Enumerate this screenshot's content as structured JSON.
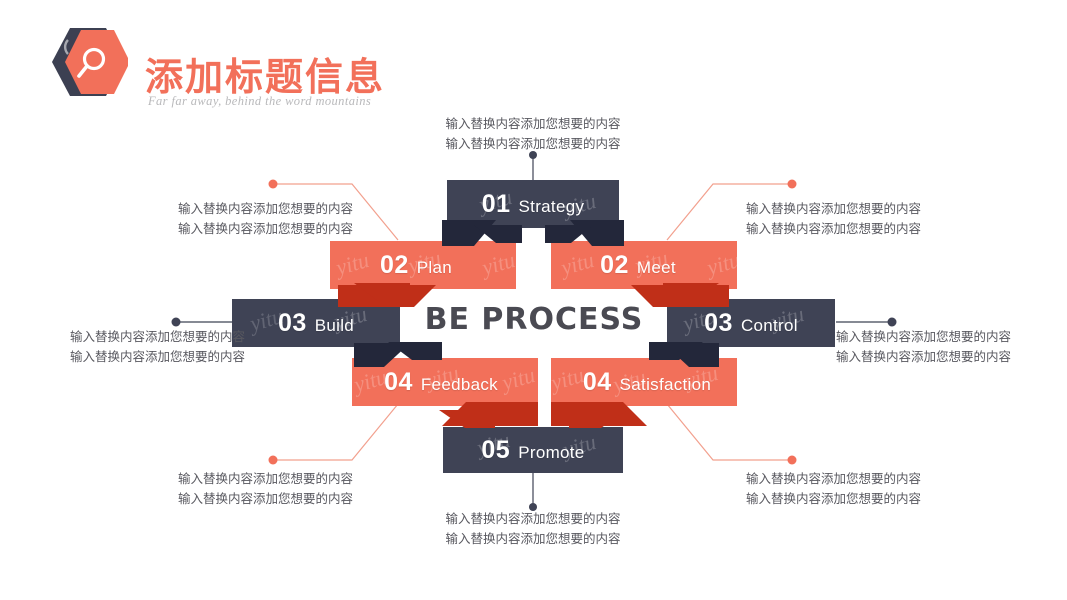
{
  "header": {
    "title": "添加标题信息",
    "subtitle": "Far far away, behind the word mountains",
    "logo_icon": "hexagon-search-icon",
    "accent_color": "#f2705a",
    "dark_color": "#3c4052"
  },
  "diagram": {
    "center_label": "BE PROCESS",
    "steps": [
      {
        "id": "strategy",
        "number": "01",
        "label": "Strategy",
        "color": "dark",
        "position": "top"
      },
      {
        "id": "plan",
        "number": "02",
        "label": "Plan",
        "color": "accent",
        "position": "upper-left"
      },
      {
        "id": "meet",
        "number": "02",
        "label": "Meet",
        "color": "accent",
        "position": "upper-right"
      },
      {
        "id": "build",
        "number": "03",
        "label": "Build",
        "color": "dark",
        "position": "middle-left"
      },
      {
        "id": "control",
        "number": "03",
        "label": "Control",
        "color": "dark",
        "position": "middle-right"
      },
      {
        "id": "feedback",
        "number": "04",
        "label": "Feedback",
        "color": "accent",
        "position": "lower-left"
      },
      {
        "id": "satisfaction",
        "number": "04",
        "label": "Satisfaction",
        "color": "accent",
        "position": "lower-right"
      },
      {
        "id": "promote",
        "number": "05",
        "label": "Promote",
        "color": "dark",
        "position": "bottom"
      }
    ],
    "captions": [
      {
        "id": "caption-strategy",
        "line1": "输入替换内容添加您想要的内容",
        "line2": "输入替换内容添加您想要的内容"
      },
      {
        "id": "caption-plan",
        "line1": "输入替换内容添加您想要的内容",
        "line2": "输入替换内容添加您想要的内容"
      },
      {
        "id": "caption-meet",
        "line1": "输入替换内容添加您想要的内容",
        "line2": "输入替换内容添加您想要的内容"
      },
      {
        "id": "caption-build",
        "line1": "输入替换内容添加您想要的内容",
        "line2": "输入替换内容添加您想要的内容"
      },
      {
        "id": "caption-control",
        "line1": "输入替换内容添加您想要的内容",
        "line2": "输入替换内容添加您想要的内容"
      },
      {
        "id": "caption-feedback",
        "line1": "输入替换内容添加您想要的内容",
        "line2": "输入替换内容添加您想要的内容"
      },
      {
        "id": "caption-satisfaction",
        "line1": "输入替换内容添加您想要的内容",
        "line2": "输入替换内容添加您想要的内容"
      },
      {
        "id": "caption-promote",
        "line1": "输入替换内容添加您想要的内容",
        "line2": "输入替换内容添加您想要的内容"
      }
    ]
  },
  "watermark": {
    "text": "yitu"
  },
  "colors": {
    "accent": "#f2705a",
    "accent_dark": "#c02f18",
    "navy": "#3f4355",
    "navy_dark": "#23273a",
    "text": "#58585f",
    "line_dark": "#3f4355",
    "line_accent": "#f2a08e"
  }
}
